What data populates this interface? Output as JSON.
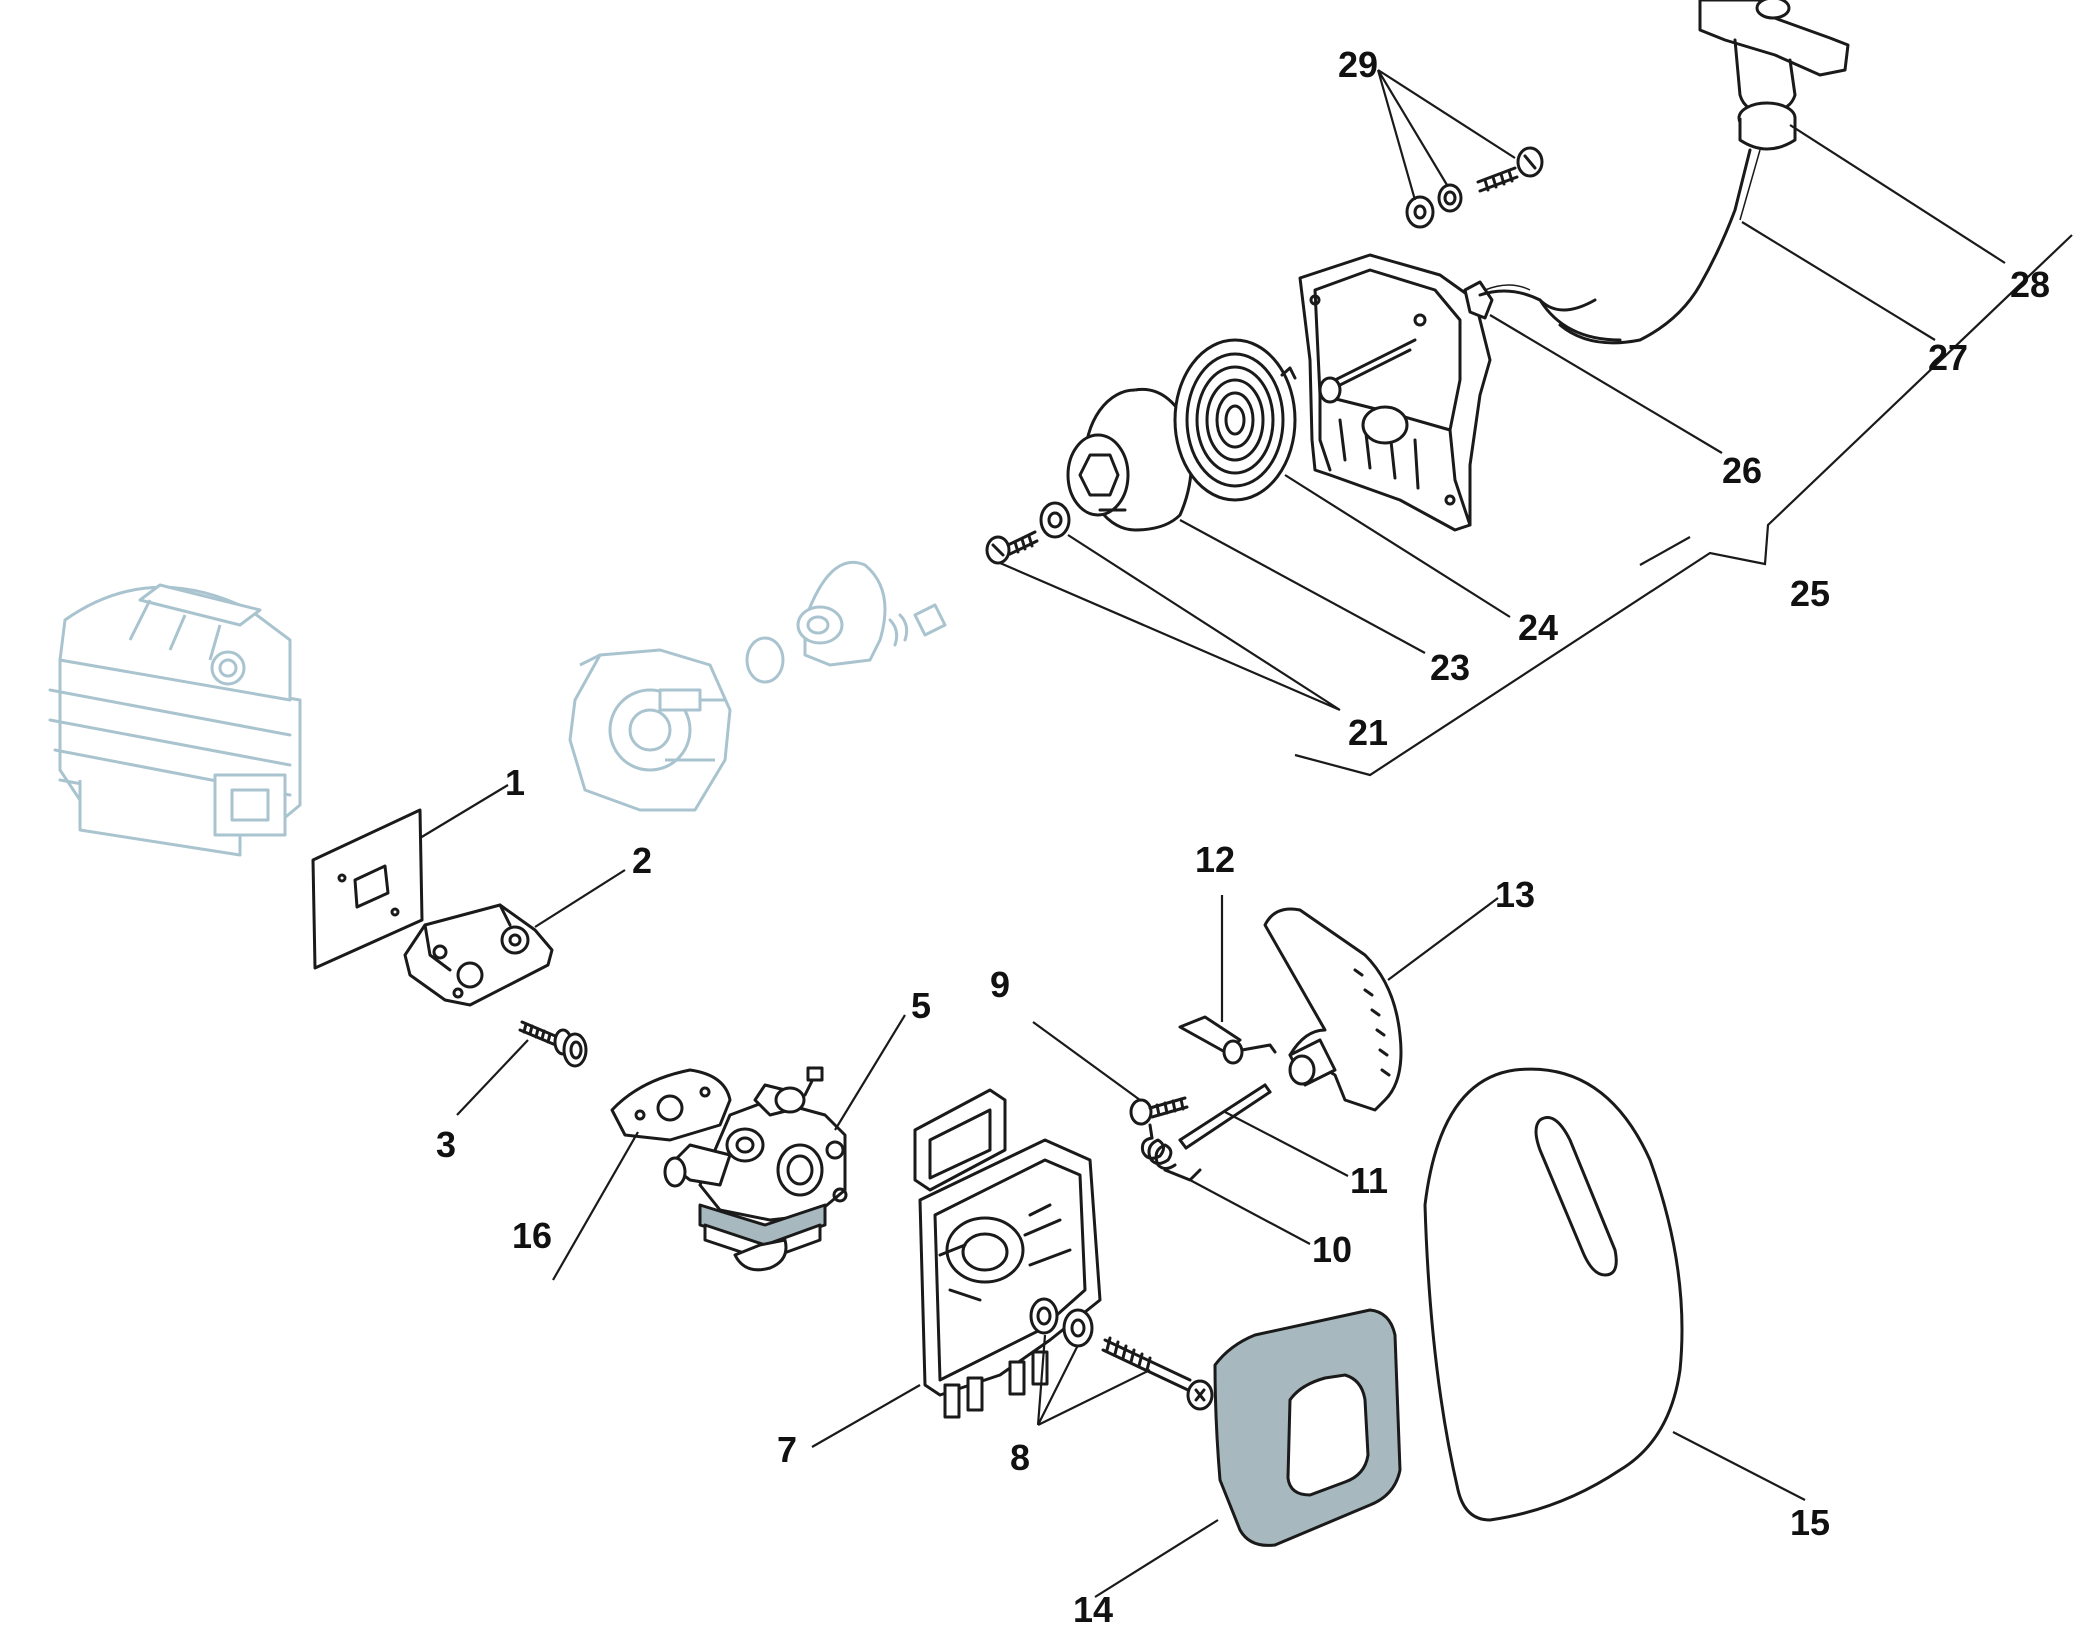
{
  "colors": {
    "line": "#1a1a1a",
    "ghost_line": "#a9c4cf",
    "shade": "#a7b8be",
    "background": "#ffffff"
  },
  "callouts": [
    {
      "id": "c1",
      "label": "1"
    },
    {
      "id": "c2",
      "label": "2"
    },
    {
      "id": "c3",
      "label": "3"
    },
    {
      "id": "c5",
      "label": "5"
    },
    {
      "id": "c7",
      "label": "7"
    },
    {
      "id": "c8",
      "label": "8"
    },
    {
      "id": "c9",
      "label": "9"
    },
    {
      "id": "c10",
      "label": "10"
    },
    {
      "id": "c11",
      "label": "11"
    },
    {
      "id": "c12",
      "label": "12"
    },
    {
      "id": "c13",
      "label": "13"
    },
    {
      "id": "c14",
      "label": "14"
    },
    {
      "id": "c15",
      "label": "15"
    },
    {
      "id": "c16",
      "label": "16"
    },
    {
      "id": "c21",
      "label": "21"
    },
    {
      "id": "c23",
      "label": "23"
    },
    {
      "id": "c24",
      "label": "24"
    },
    {
      "id": "c25",
      "label": "25"
    },
    {
      "id": "c26",
      "label": "26"
    },
    {
      "id": "c27",
      "label": "27"
    },
    {
      "id": "c28",
      "label": "28"
    },
    {
      "id": "c29",
      "label": "29"
    }
  ]
}
